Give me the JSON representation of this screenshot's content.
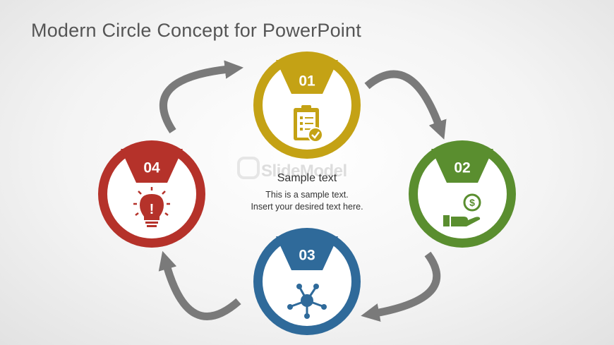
{
  "title": "Modern Circle Concept for PowerPoint",
  "steps": [
    {
      "number": "01",
      "color": "#C4A215",
      "icon": "clipboard-check-icon"
    },
    {
      "number": "02",
      "color": "#5A8E2F",
      "icon": "money-hand-icon"
    },
    {
      "number": "03",
      "color": "#2F6A9A",
      "icon": "network-hub-icon"
    },
    {
      "number": "04",
      "color": "#B5322A",
      "icon": "lightbulb-icon"
    }
  ],
  "center": {
    "heading": "Sample text",
    "line1": "This is a sample text.",
    "line2": "Insert your desired text here."
  },
  "watermark": "SlideModel",
  "colors": {
    "arrow": "#7a7a7a",
    "title": "#555555",
    "text": "#333333"
  }
}
